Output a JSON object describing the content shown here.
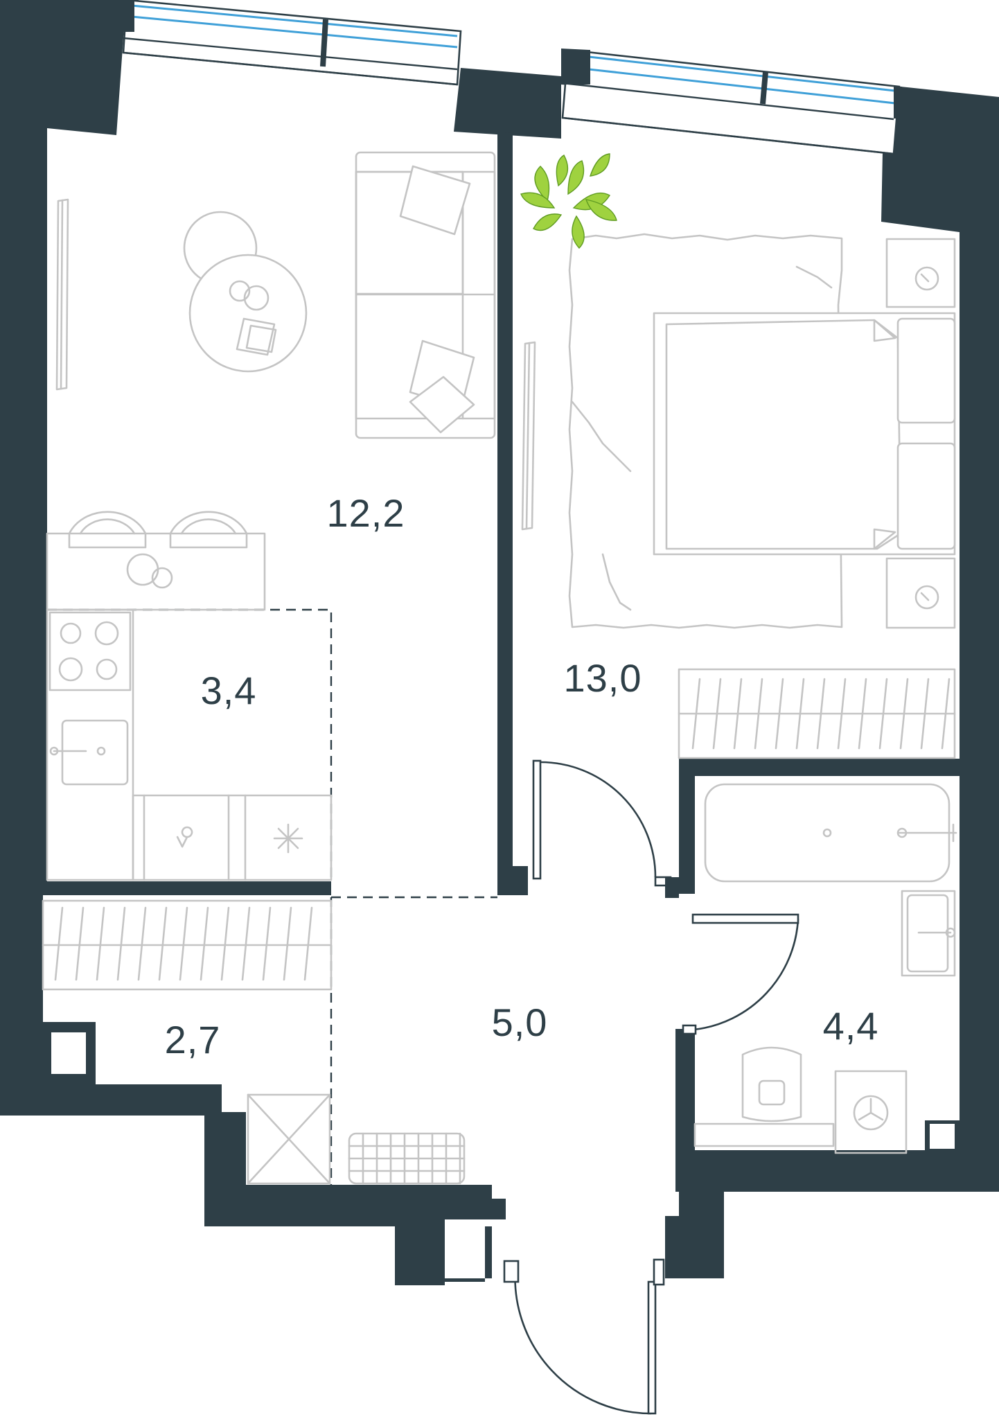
{
  "plan": {
    "rooms": [
      {
        "id": "living-kitchen",
        "area": "12,2"
      },
      {
        "id": "kitchen",
        "area": "3,4"
      },
      {
        "id": "bedroom",
        "area": "13,0"
      },
      {
        "id": "hall-storage",
        "area": "2,7"
      },
      {
        "id": "hallway",
        "area": "5,0"
      },
      {
        "id": "bathroom",
        "area": "4,4"
      }
    ]
  },
  "colors": {
    "wall": "#2e3f47",
    "furniture": "#c4c4c4",
    "window_glass": "#3fa0d8",
    "plant": "#9fd23f",
    "text": "#2e3f47"
  }
}
